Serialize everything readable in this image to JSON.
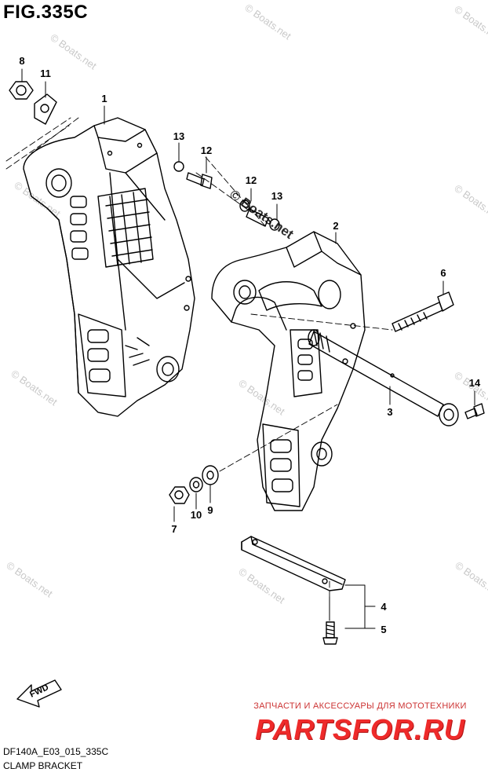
{
  "figure": {
    "title": "FIG.335C",
    "code": "DF140A_E03_015_335C",
    "name": "CLAMP BRACKET"
  },
  "callouts": [
    {
      "id": "p1",
      "label": "1"
    },
    {
      "id": "p2",
      "label": "2"
    },
    {
      "id": "p3",
      "label": "3"
    },
    {
      "id": "p4",
      "label": "4"
    },
    {
      "id": "p5",
      "label": "5"
    },
    {
      "id": "p6",
      "label": "6"
    },
    {
      "id": "p7",
      "label": "7"
    },
    {
      "id": "p8",
      "label": "8"
    },
    {
      "id": "p9",
      "label": "9"
    },
    {
      "id": "p10",
      "label": "10"
    },
    {
      "id": "p11",
      "label": "11"
    },
    {
      "id": "p12a",
      "label": "12"
    },
    {
      "id": "p12b",
      "label": "12"
    },
    {
      "id": "p13a",
      "label": "13"
    },
    {
      "id": "p13b",
      "label": "13"
    },
    {
      "id": "p14",
      "label": "14"
    }
  ],
  "fwd_arrow": {
    "label": "FWD"
  },
  "watermark": {
    "text": "© Boats.net"
  },
  "shop": {
    "tagline": "ЗАПЧАСТИ И АКСЕССУАРЫ ДЛЯ МОТОТЕХНИКИ",
    "logo": "PARTSFOR.RU"
  }
}
